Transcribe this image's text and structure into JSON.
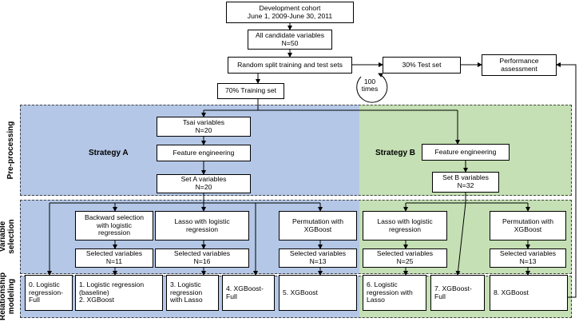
{
  "top": {
    "cohort": [
      "Development cohort",
      "June 1, 2009-June 30, 2011"
    ],
    "candidates": [
      "All candidate variables",
      "N=50"
    ],
    "split": "Random split training and test sets",
    "test": "30% Test set",
    "performance": [
      "Performance",
      "assessment"
    ],
    "training": "70% Training set",
    "repeat": [
      "100",
      "times"
    ]
  },
  "stages": {
    "preprocessing": [
      "Pre-processing"
    ],
    "selection": [
      "Variable",
      "selection"
    ],
    "modeling": [
      "Relationship",
      "modeling"
    ]
  },
  "strategies": {
    "a": "Strategy A",
    "b": "Strategy B"
  },
  "preprocess": {
    "tsai": [
      "Tsai variables",
      "N=20"
    ],
    "fe_a": "Feature engineering",
    "set_a": [
      "Set A variables",
      "N=20"
    ],
    "fe_b": "Feature engineering",
    "set_b": [
      "Set B variables",
      "N=32"
    ]
  },
  "selection": {
    "backward": [
      "Backward selection",
      "with logistic",
      "regression"
    ],
    "lasso_a": [
      "Lasso with logistic",
      "regression"
    ],
    "perm_a": [
      "Permutation with",
      "XGBoost"
    ],
    "lasso_b": [
      "Lasso with logistic",
      "regression"
    ],
    "perm_b": [
      "Permutation with",
      "XGBoost"
    ],
    "sel_backward": [
      "Selected variables",
      "N=11"
    ],
    "sel_lasso_a": [
      "Selected variables",
      "N=16"
    ],
    "sel_perm_a": [
      "Selected variables",
      "N=13"
    ],
    "sel_lasso_b": [
      "Selected variables",
      "N=25"
    ],
    "sel_perm_b": [
      "Selected variables",
      "N=13"
    ]
  },
  "models": {
    "m0": [
      "0. Logistic",
      "regression-",
      "Full"
    ],
    "m1": [
      "1. Logistic regression",
      "(baseline)",
      "2. XGBoost"
    ],
    "m3": [
      "3. Logistic",
      "regression",
      "with Lasso"
    ],
    "m4": [
      "4. XGBoost-",
      "Full"
    ],
    "m5": [
      "5. XGBoost"
    ],
    "m6": [
      "6. Logistic",
      "regression with",
      "Lasso"
    ],
    "m7": [
      "7. XGBoost-",
      "Full"
    ],
    "m8": [
      "8. XGBoost"
    ]
  }
}
